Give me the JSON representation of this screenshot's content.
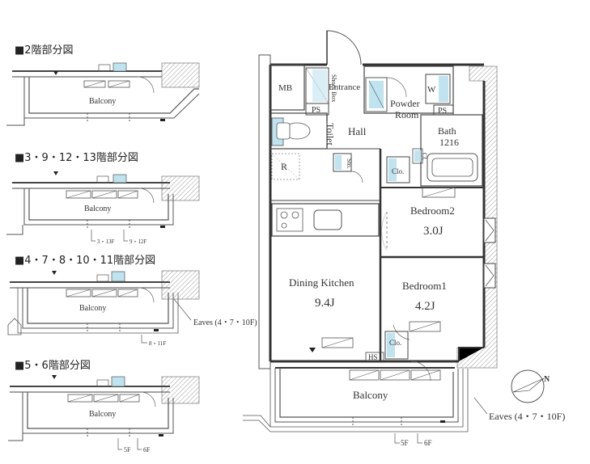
{
  "partials": [
    {
      "title": "■2階部分図",
      "balcony": "Balcony",
      "notes": []
    },
    {
      "title": "■3・9・12・13階部分図",
      "balcony": "Balcony",
      "notes": [
        "3・13F",
        "9・12F"
      ]
    },
    {
      "title": "■4・7・8・10・11階部分図",
      "balcony": "Balcony",
      "notes": [
        "8・11F"
      ],
      "eaves": "Eaves (4・7・10F)"
    },
    {
      "title": "■5・6階部分図",
      "balcony": "Balcony",
      "notes": [
        "5F",
        "6F"
      ]
    }
  ],
  "floorplan": {
    "mb": "MB",
    "shoes_box": "Shoes Box",
    "entrance": "Entrance",
    "ps": "PS",
    "w": "W",
    "powder_room_1": "Powder",
    "powder_room_2": "Room",
    "toilet": "Toilet",
    "hall": "Hall",
    "bath_1": "Bath",
    "bath_2": "1216",
    "r": "R",
    "sto": "Sto.",
    "cl": "Cl.",
    "clo": "Clo.",
    "bedroom2_name": "Bedroom2",
    "bedroom2_size": "3.0J",
    "dining_name": "Dining Kitchen",
    "dining_size": "9.4J",
    "bedroom1_name": "Bedroom1",
    "bedroom1_size": "4.2J",
    "hs": "HS",
    "balcony": "Balcony",
    "eaves": "Eaves (4・7・10F)",
    "floor_5f": "5F",
    "floor_6f": "6F",
    "compass": "N"
  }
}
